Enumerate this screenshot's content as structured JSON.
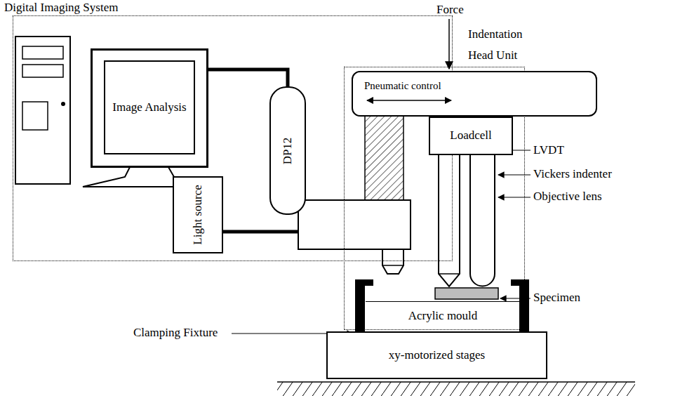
{
  "diagram": {
    "nodes": [
      {
        "text": [
          "Digital Imaging System"
        ]
      },
      {
        "text": [
          "Image Analysis"
        ],
        "in": 0
      },
      {
        "text": [
          "DP12"
        ],
        "in": 0
      },
      {
        "text": [
          "Light source"
        ],
        "in": 0
      },
      {
        "text": [
          "Indentation Head Unit"
        ]
      },
      {
        "text": [
          "Pneumatic control"
        ],
        "in": 4
      },
      {
        "text": [
          "Loadcell"
        ],
        "in": 4
      },
      {
        "text": [
          "Acrylic mould"
        ],
        "in": 4
      },
      {
        "text": [
          "xy-motorized stages"
        ]
      }
    ],
    "edges": [
      {
        "from": 1,
        "to": 2,
        "arrow": "none"
      }
    ],
    "labels": [
      "Force",
      "LVDT",
      "Vickers indenter",
      "Objective lens",
      "Clamping Fixture",
      "Specimen"
    ]
  }
}
